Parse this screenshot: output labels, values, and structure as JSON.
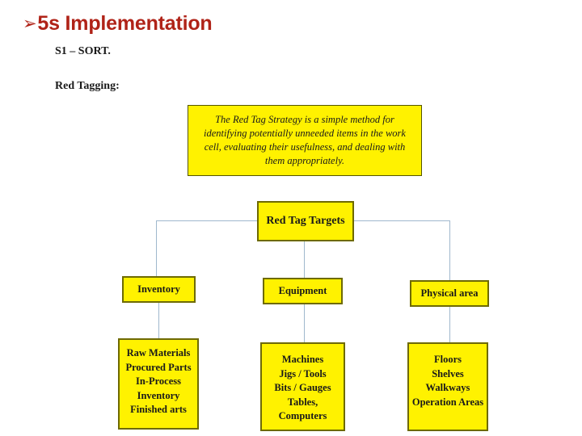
{
  "slide": {
    "bullet_glyph": "➢",
    "title": "5s Implementation",
    "title_color": "#B02318",
    "subheadings": {
      "step": "S1 – SORT.",
      "topic": "Red Tagging:"
    }
  },
  "strategy_box": {
    "text": "The Red Tag Strategy is a simple method for identifying potentially unneeded items in the work cell, evaluating their usefulness, and dealing with them appropriately.",
    "fill_color": "#FFF200",
    "border_color": "#555500"
  },
  "diagram": {
    "root": {
      "label": "Red Tag Targets"
    },
    "branches": [
      {
        "label": "Inventory",
        "items": [
          "Raw Materials",
          "Procured Parts",
          "In-Process",
          "Inventory",
          "Finished arts"
        ]
      },
      {
        "label": "Equipment",
        "items": [
          "Machines",
          "Jigs / Tools",
          "Bits / Gauges",
          "Tables,",
          "Computers"
        ]
      },
      {
        "label": "Physical area",
        "items": [
          "Floors",
          "Shelves",
          "Walkways",
          "Operation Areas"
        ]
      }
    ],
    "box_fill_color": "#FFF200",
    "box_border_color": "#6E6A00",
    "connector_color": "#9FB8CD"
  }
}
